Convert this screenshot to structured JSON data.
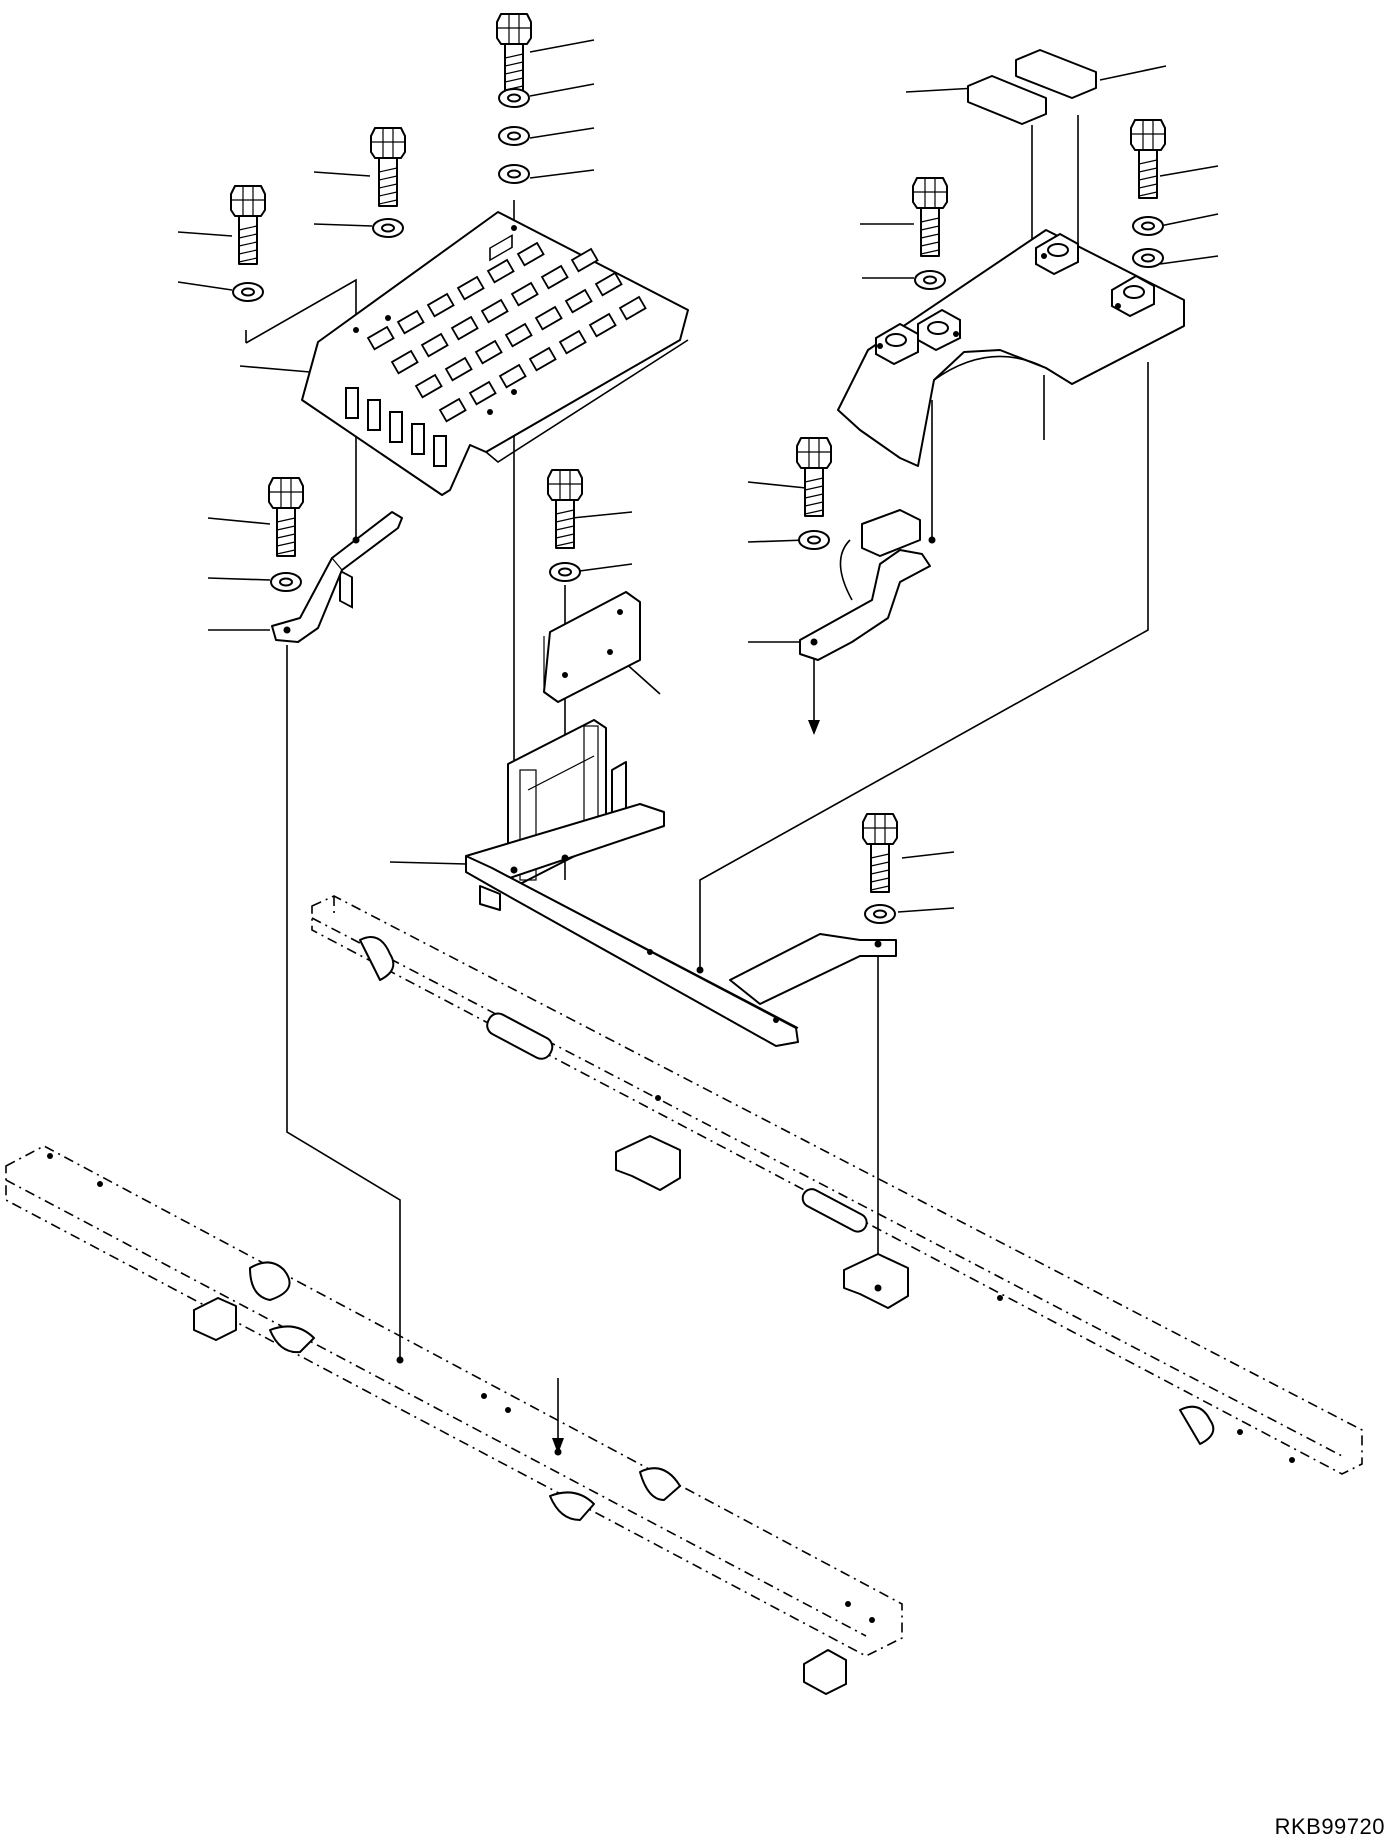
{
  "diagram": {
    "type": "exploded-parts-view",
    "drawing_code": "RKB99720",
    "line_color": "#000000",
    "background_color": "#ffffff",
    "parts": [
      "bolt",
      "washer",
      "floor-grating",
      "bracket",
      "mounting-plate",
      "seat-stand",
      "cover-plate",
      "pad",
      "frame-rail"
    ]
  }
}
